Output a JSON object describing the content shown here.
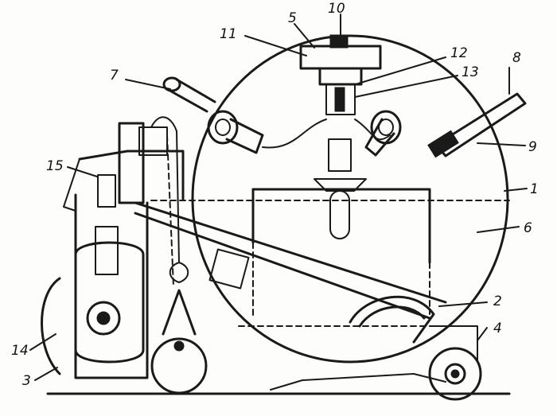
{
  "labels": {
    "l1": "1",
    "l2": "2",
    "l3": "3",
    "l4": "4",
    "l5": "5",
    "l6": "6",
    "l7": "7",
    "l8": "8",
    "l9": "9",
    "l10": "10",
    "l11": "11",
    "l12": "12",
    "l13": "13",
    "l14": "14",
    "l15": "15"
  },
  "colors": {
    "ink": "#1a1a1a",
    "paper": "#fdfdfb"
  }
}
